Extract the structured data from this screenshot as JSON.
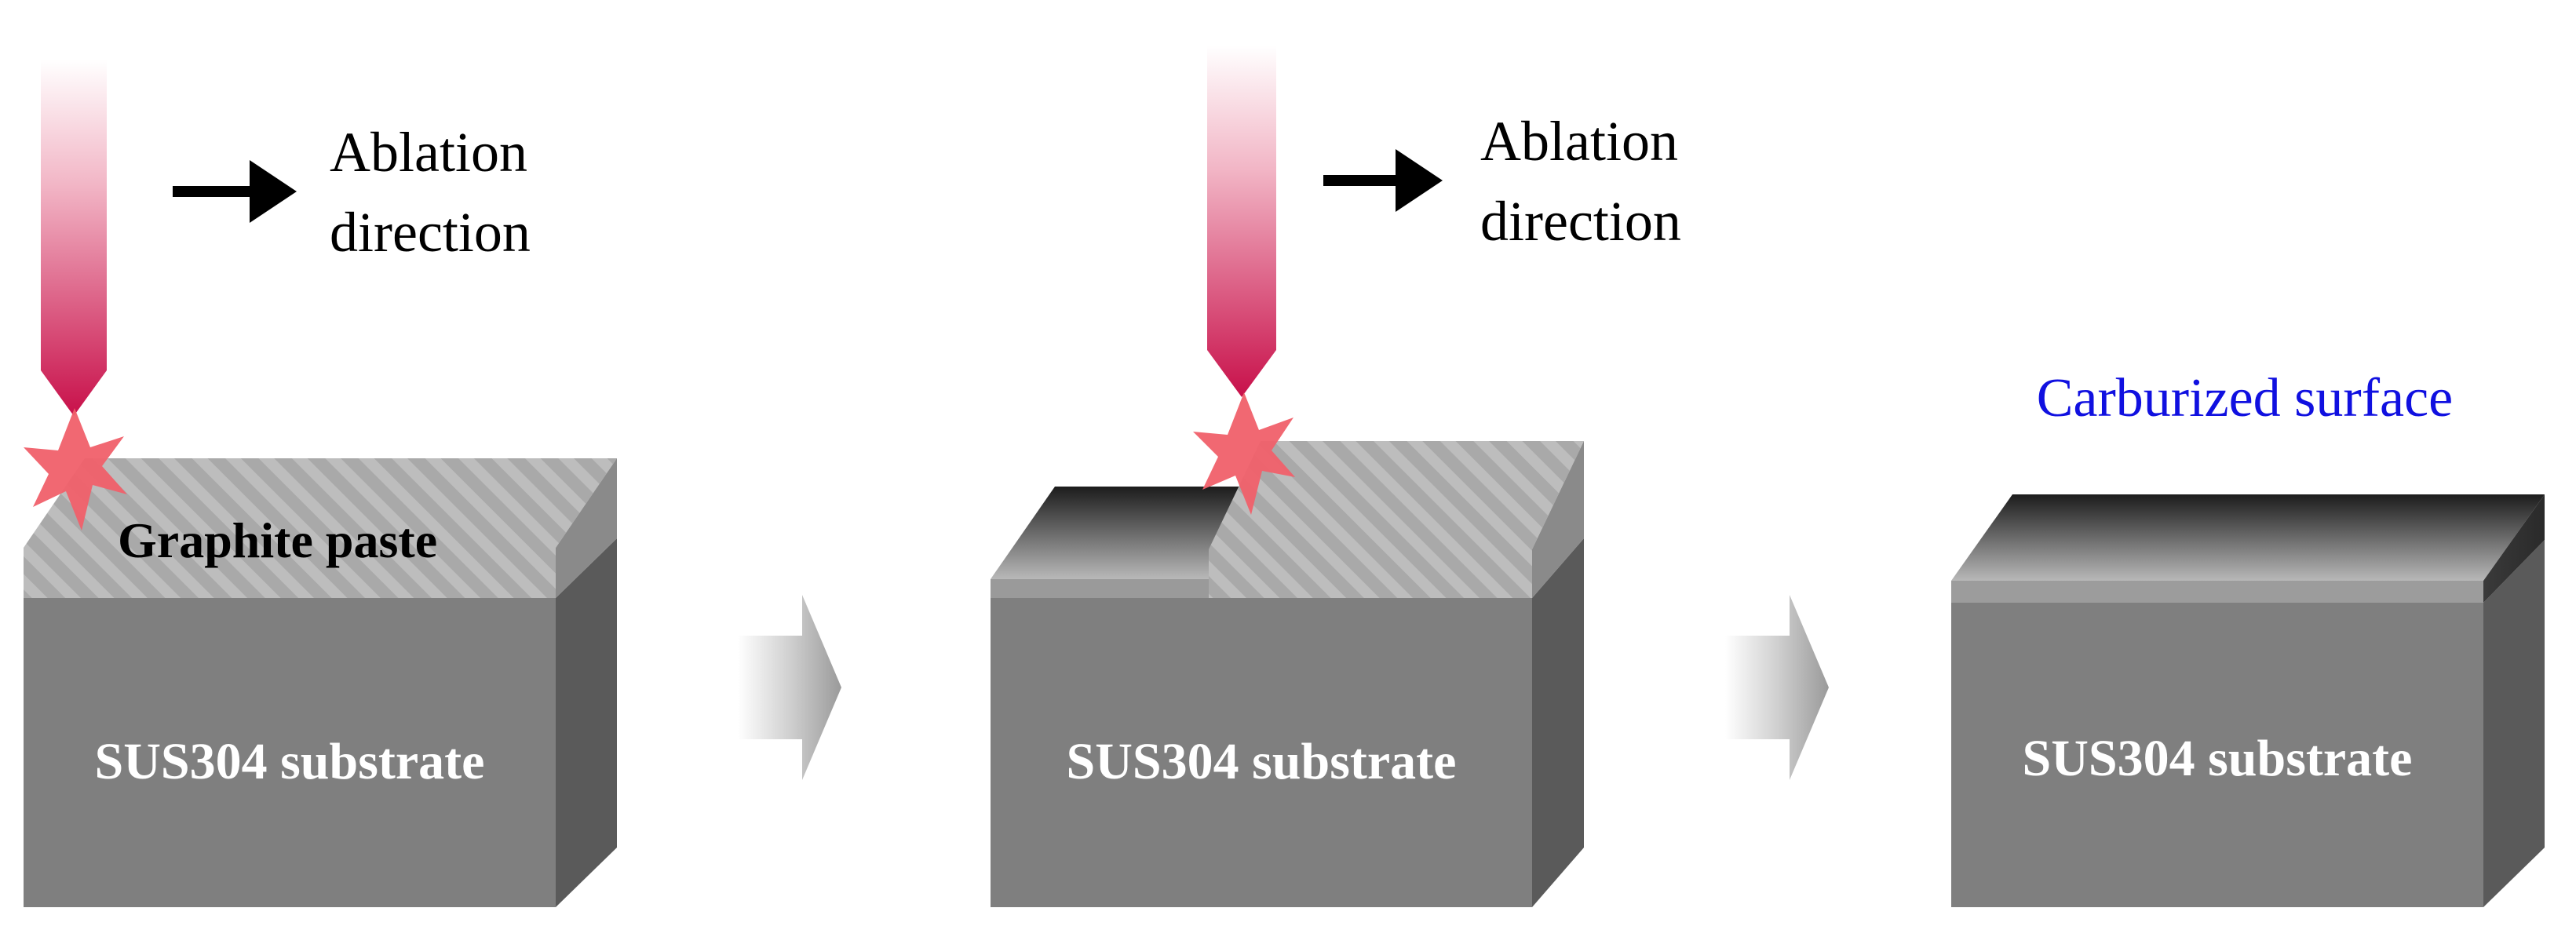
{
  "stage1": {
    "ablation_line1": "Ablation",
    "ablation_line2": "direction",
    "paste_label": "Graphite paste",
    "substrate_label": "SUS304 substrate"
  },
  "stage2": {
    "ablation_line1": "Ablation",
    "ablation_line2": "direction",
    "substrate_label": "SUS304 substrate"
  },
  "stage3": {
    "surface_label": "Carburized surface",
    "substrate_label": "SUS304 substrate"
  },
  "colors": {
    "substrate_front": "#7f7f7f",
    "substrate_side": "#5a5a5a",
    "laser": "#c8104a",
    "spark": "#f0606a",
    "carburized_label": "#1010e0"
  }
}
